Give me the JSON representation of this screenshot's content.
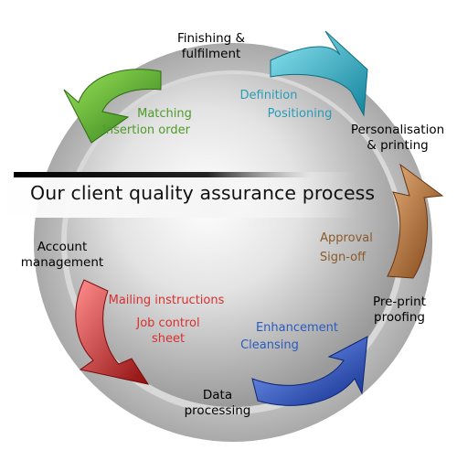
{
  "title": "Our client quality assurance process",
  "stages": [
    {
      "id": "finishing",
      "lines": [
        "Finishing &",
        "fulfilment"
      ]
    },
    {
      "id": "personalisation",
      "lines": [
        "Personalisation",
        "& printing"
      ]
    },
    {
      "id": "preprint",
      "lines": [
        "Pre-print",
        "proofing"
      ]
    },
    {
      "id": "data",
      "lines": [
        "Data",
        "processing"
      ]
    },
    {
      "id": "account",
      "lines": [
        "Account",
        "management"
      ]
    }
  ],
  "arrows": [
    {
      "name": "teal-arrow",
      "color": "#2fb3c6",
      "sublabels": [
        "Definition",
        "Positioning"
      ],
      "sublabel_color": "#2a9bb6"
    },
    {
      "name": "orange-arrow",
      "color": "#b06a2e",
      "sublabels": [
        "Approval",
        "Sign-off"
      ],
      "sublabel_color": "#8a5a2b"
    },
    {
      "name": "blue-arrow",
      "color": "#2c52c8",
      "sublabels": [
        "Enhancement",
        "Cleansing"
      ],
      "sublabel_color": "#2a5bc0"
    },
    {
      "name": "red-arrow",
      "color": "#d72a2a",
      "sublabels": [
        "Mailing instructions",
        "Job control",
        "sheet"
      ],
      "sublabel_color": "#d83030"
    },
    {
      "name": "green-arrow",
      "color": "#5db52d",
      "sublabels": [
        "Matching",
        "Insertion order"
      ],
      "sublabel_color": "#4f9b2a"
    }
  ]
}
